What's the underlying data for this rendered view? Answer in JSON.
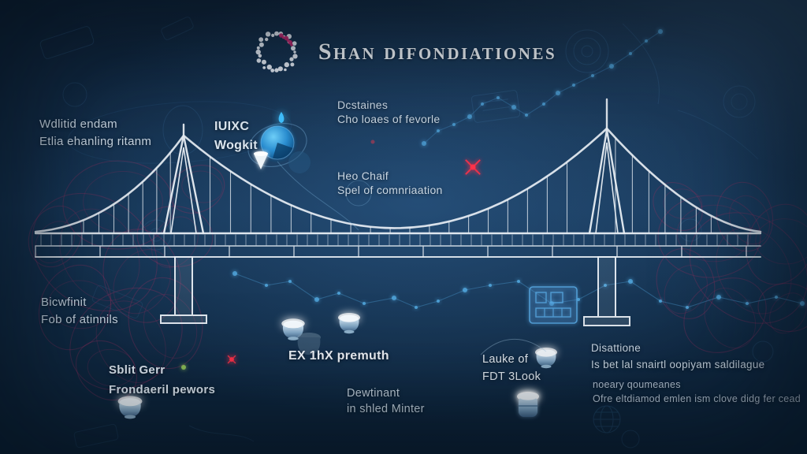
{
  "title": "Shan difondiationes",
  "annotations": {
    "top_left": {
      "line1": "Wdlitid endam",
      "line2": "Etlia ehanling ritanm"
    },
    "pulse": {
      "line1": "IUIXC",
      "line2": "Wogkit"
    },
    "destaines": {
      "line1": "Dcstaines",
      "line2": "Cho loaes of fevorle"
    },
    "heo_chaif": {
      "line1": "Heo Chaif",
      "line2": "Spel of comnriaation"
    },
    "bicwfinit": {
      "line1": "Bicwfinit",
      "line2": "Fob of atinnils"
    },
    "sblit_gerr": {
      "line1": "Sblit Gerr",
      "line2": "Frondaeril pewors"
    },
    "premuth": {
      "line1": "EX 1hX premuth"
    },
    "dewtinant": {
      "line1": "Dewtinant",
      "line2": "in shled Minter"
    },
    "lauke": {
      "line1": "Lauke of",
      "line2": "FDT 3Look"
    },
    "disattione": {
      "line1": "Disattione",
      "line2": "Is bet lal snairtl oopiyam saldilague"
    },
    "noeary": {
      "line1": "noeary qoumeanes",
      "line2": "Ofre eltdiamod emlen ism clove didg fer cead"
    }
  },
  "icons": {
    "logo": "dotted-ring",
    "globe": "blue-sphere-with-orbit",
    "droplet": "glowing-drop",
    "cone": "white-cone",
    "bowl": "glowing-bowl",
    "jar": "glowing-jar",
    "plaque": "glowing-blue-plaque",
    "starburst": "red-starburst",
    "spark": "red-spark",
    "green_spark": "green-spark"
  },
  "colors": {
    "background": "#112944",
    "accent_blue": "#45b3f0",
    "crimson": "#9a2f5e",
    "spark_red": "#ff3048",
    "bridge": "#e8eef4",
    "text": "#c9d6e2",
    "title": "#f0f4f8"
  }
}
